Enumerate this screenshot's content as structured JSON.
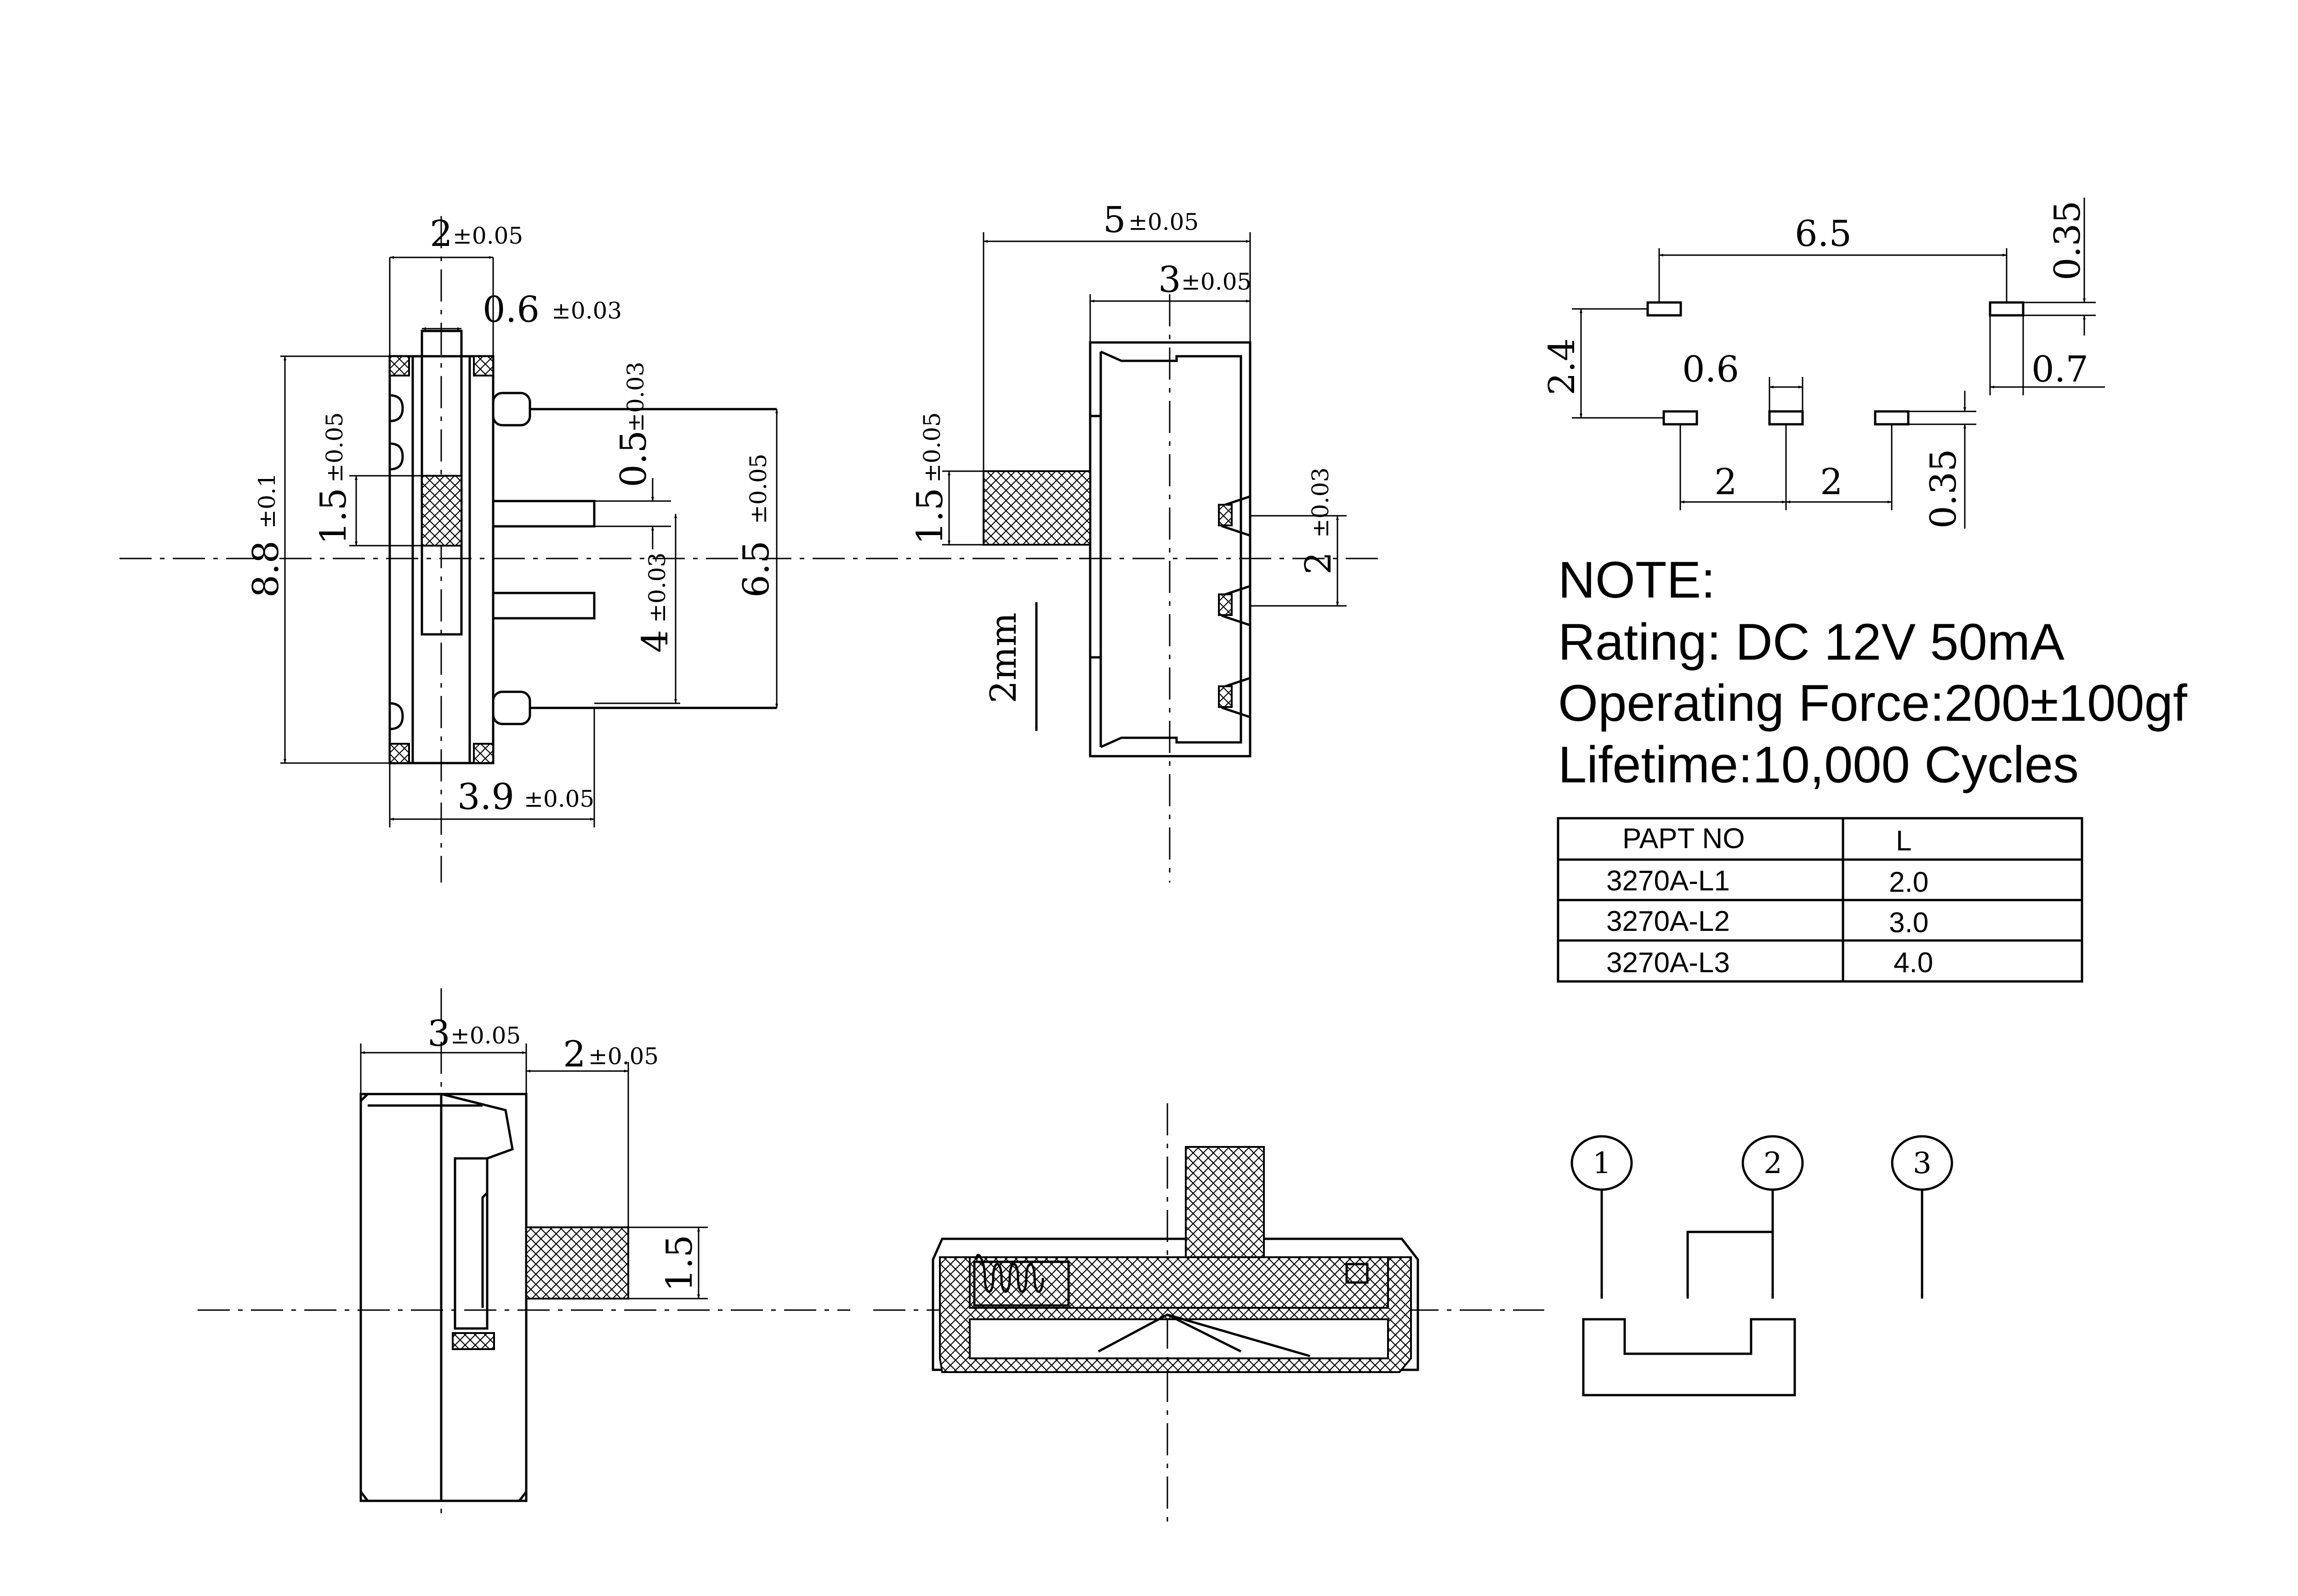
{
  "top_view": {
    "dim_width": "2",
    "dim_width_tol": "±0.05",
    "dim_lever": "0.6",
    "dim_lever_tol": "±0.03",
    "dim_height": "8.8",
    "dim_height_tol": "±0.1",
    "dim_slot": "1.5",
    "dim_slot_tol": "±0.05",
    "dim_pin": "0.5",
    "dim_pin_tol": "±0.03",
    "dim_span": "6.5",
    "dim_span_tol": "±0.05",
    "dim_pitch": "4",
    "dim_pitch_tol": "±0.03",
    "dim_depth": "3.9",
    "dim_depth_tol": "±0.05"
  },
  "side_view": {
    "dim_total": "5",
    "dim_total_tol": "±0.05",
    "dim_body": "3",
    "dim_body_tol": "±0.05",
    "dim_knob": "1.5",
    "dim_knob_tol": "±0.05",
    "dim_pitch": "2",
    "dim_pitch_tol": "±0.03",
    "travel": "2mm"
  },
  "footprint": {
    "dim_span": "6.5",
    "dim_pad_h": "0.35",
    "dim_row": "2.4",
    "dim_pad_w": "0.6",
    "dim_pad_l": "0.7",
    "dim_pitch_1": "2",
    "dim_pitch_2": "2",
    "dim_pad_h2": "0.35"
  },
  "notes": {
    "heading": "NOTE:",
    "rating": "Rating: DC 12V  50mA",
    "force": "Operating Force:200±100gf",
    "lifetime": "Lifetime:10,000 Cycles"
  },
  "table": {
    "headers": [
      "PAPT NO",
      "L"
    ],
    "rows": [
      [
        "3270A-L1",
        "2.0"
      ],
      [
        "3270A-L2",
        "3.0"
      ],
      [
        "3270A-L3",
        "4.0"
      ]
    ]
  },
  "end_view": {
    "dim_body": "3",
    "dim_body_tol": "±0.05",
    "dim_knob": "2",
    "dim_knob_tol": "±0.05",
    "dim_knob_h": "1.5"
  },
  "schematic": {
    "terminals": [
      "1",
      "2",
      "3"
    ]
  }
}
